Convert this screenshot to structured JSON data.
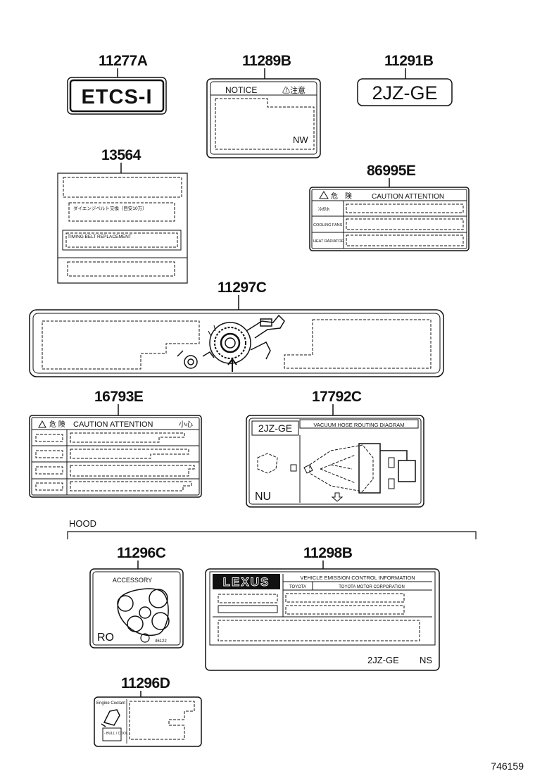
{
  "parts": {
    "p11277A": {
      "number": "11277A",
      "text": "ETCS-I"
    },
    "p11289B": {
      "number": "11289B",
      "header": "NOTICE",
      "header_jp": "⚠注意",
      "code": "NW"
    },
    "p11291B": {
      "number": "11291B",
      "text": "2JZ-GE"
    },
    "p13564": {
      "number": "13564",
      "row1": "ダイエンジベルト交換（目安10万）",
      "row2": "TIMING BELT REPLACEMENT"
    },
    "p86995E": {
      "number": "86995E",
      "header_jp": "危　険",
      "header": "CAUTION  ATTENTION",
      "row1": "冷却水",
      "row2": "COOLING FANS",
      "row3": "HEAT RADIATOR"
    },
    "p11297C": {
      "number": "11297C"
    },
    "p16793E": {
      "number": "16793E",
      "header_jp": "危 険",
      "header": "CAUTION ATTENTION",
      "header_cn": "小心"
    },
    "p17792C": {
      "number": "17792C",
      "engine": "2JZ-GE",
      "title": "VACUUM HOSE ROUTING DIAGRAM",
      "code": "NU"
    },
    "p11296C": {
      "number": "11296C",
      "title": "ACCESSORY",
      "code": "RO",
      "small": "46122"
    },
    "p11298B": {
      "number": "11298B",
      "brand": "LEXUS",
      "title": "VEHICLE EMISSION CONTROL INFORMATION",
      "maker1": "TOYOTA",
      "maker2": "TOYOTA MOTOR CORPORATION",
      "engine": "2JZ-GE",
      "code": "NS"
    },
    "p11296D": {
      "number": "11296D",
      "header": "Engine Coolant",
      "sub": "- BULL / COOL"
    }
  },
  "hood_label": "HOOD",
  "figure_id": "746159"
}
